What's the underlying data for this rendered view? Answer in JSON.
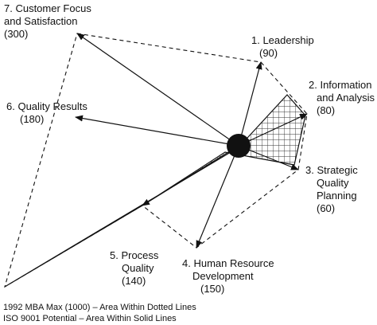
{
  "categories": [
    {
      "lines": [
        "7. Customer Focus",
        "and Satisfaction",
        "(300)"
      ]
    },
    {
      "lines": [
        "1. Leadership",
        "(90)"
      ]
    },
    {
      "lines": [
        "2. Information",
        "and Analysis",
        "(80)"
      ]
    },
    {
      "lines": [
        "3. Strategic",
        "Quality",
        "Planning",
        "(60)"
      ]
    },
    {
      "lines": [
        "4. Human Resource",
        "Development",
        "(150)"
      ]
    },
    {
      "lines": [
        "5. Process",
        "Quality",
        "(140)"
      ]
    },
    {
      "lines": [
        "6. Quality Results",
        "(180)"
      ]
    }
  ],
  "captions": [
    "1992 MBA Max (1000) – Area Within Dotted Lines",
    "ISO 9001 Potential – Area Within Solid Lines"
  ],
  "colors": {
    "ink": "#111111",
    "hatch": "#333333"
  }
}
